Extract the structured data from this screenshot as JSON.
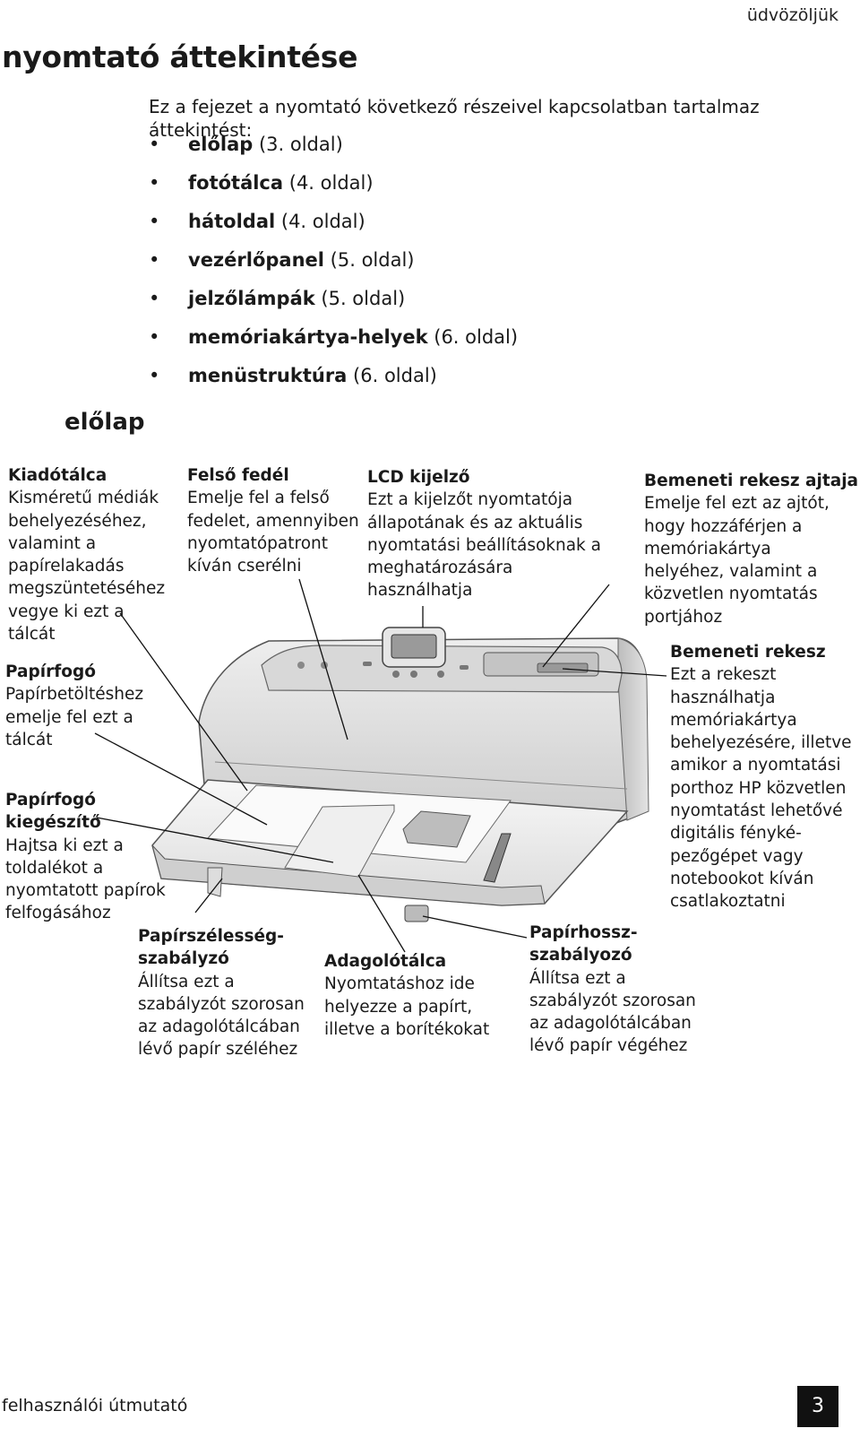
{
  "header": {
    "section_label": "üdvözöljük"
  },
  "title": "nyomtató áttekintése",
  "intro": "Ez a fejezet a nyomtató következő részeivel kapcsolatban tartalmaz áttekintést:",
  "toc": [
    {
      "bold": "előlap",
      "ref": "(3. oldal)"
    },
    {
      "bold": "fotótálca",
      "ref": "(4. oldal)"
    },
    {
      "bold": "hátoldal",
      "ref": "(4. oldal)"
    },
    {
      "bold": "vezérlőpanel",
      "ref": "(5. oldal)"
    },
    {
      "bold": "jelzőlámpák",
      "ref": "(5. oldal)"
    },
    {
      "bold": "memóriakártya-helyek",
      "ref": "(6. oldal)"
    },
    {
      "bold": "menüstruktúra",
      "ref": "(6. oldal)"
    }
  ],
  "section_heading": "előlap",
  "callouts": {
    "kiadotalca": {
      "title": "Kiadótálca",
      "desc": "Kisméretű médiák\nbehelyezéséhez,\nvalamint a\npapírelakadás\nmegszüntetéséhez\nvegye ki ezt a\ntálcát"
    },
    "papirfogo": {
      "title": "Papírfogó",
      "desc": "Papírbetöltéshez\nemelje fel ezt a\ntálcát"
    },
    "papirfogo_kieg": {
      "title": "Papírfogó\nkiegészítő",
      "desc": "Hajtsa ki ezt a\ntoldalékot a\nnyomtatott papírok\nfelfogásához"
    },
    "felso_fedel": {
      "title": "Felső fedél",
      "desc": "Emelje fel a felső\nfedelet, amennyiben\nnyomtatópatront\nkíván cserélni"
    },
    "lcd": {
      "title": "LCD kijelző",
      "desc": "Ezt a kijelzőt nyomtatója\nállapotának és az aktuális\nnyomtatási beállításoknak a\nmeghatározására\nhasználhatja"
    },
    "bemeneti_ajto": {
      "title": "Bemeneti rekesz ajtaja",
      "desc": "Emelje fel ezt az ajtót,\nhogy hozzáférjen a\nmemóriakártya\nhelyéhez, valamint a\nközvetlen nyomtatás\nportjához"
    },
    "bemeneti_rekesz": {
      "title": "Bemeneti rekesz",
      "desc": "Ezt a rekeszt\nhasználhatja\nmemóriakártya\nbehelyezésére, illetve\namikor a nyomtatási\nporthoz HP közvetlen\nnyomtatást lehetővé\ndigitális fényké-\npezőgépet vagy\nnotebookot kíván\ncsatlakoztatni"
    },
    "papirszelesseg": {
      "title": "Papírszélesség-\nszabályzó",
      "desc": "Állítsa ezt a\nszabályzót szorosan\naz adagolótálcában\nlévő papír széléhez"
    },
    "adagolotalca": {
      "title": "Adagolótálca",
      "desc": "Nyomtatáshoz ide\nhelyezze a papírt,\nilletve a borítékokat"
    },
    "papirhossz": {
      "title": "Papírhossz-\nszabályozó",
      "desc": "Állítsa ezt a\nszabályzót szorosan\naz adagolótálcában\nlévő papír végéhez"
    }
  },
  "footer": {
    "guide_label": "felhasználói útmutató",
    "page_number": "3"
  },
  "icons": {
    "toc_bullet": "bullet-dot"
  }
}
